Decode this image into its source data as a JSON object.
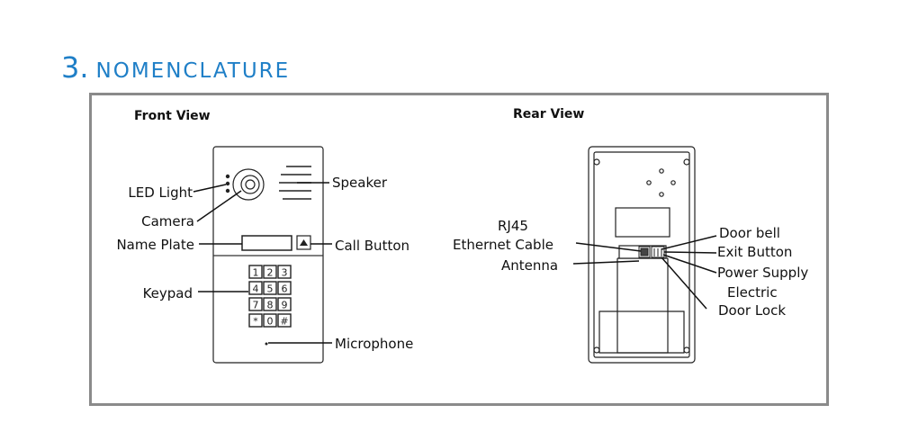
{
  "heading": {
    "number": "3.",
    "title": "NOMENCLATURE"
  },
  "front": {
    "title": "Front View",
    "labels": {
      "led": "LED Light",
      "camera": "Camera",
      "name_plate": "Name Plate",
      "keypad": "Keypad",
      "speaker": "Speaker",
      "call_button": "Call Button",
      "microphone": "Microphone"
    },
    "keys": [
      "1",
      "2",
      "3",
      "4",
      "5",
      "6",
      "7",
      "8",
      "9",
      "*",
      "0",
      "#"
    ]
  },
  "rear": {
    "title": "Rear View",
    "labels": {
      "rj45": "RJ45",
      "ethernet": "Ethernet Cable",
      "antenna": "Antenna",
      "door_bell": "Door bell",
      "exit_button": "Exit Button",
      "power_supply": "Power Supply",
      "electric": "Electric",
      "door_lock": "Door Lock"
    }
  },
  "colors": {
    "accent": "#1f7fc7",
    "frame": "#8a8a8a",
    "line": "#111111"
  }
}
